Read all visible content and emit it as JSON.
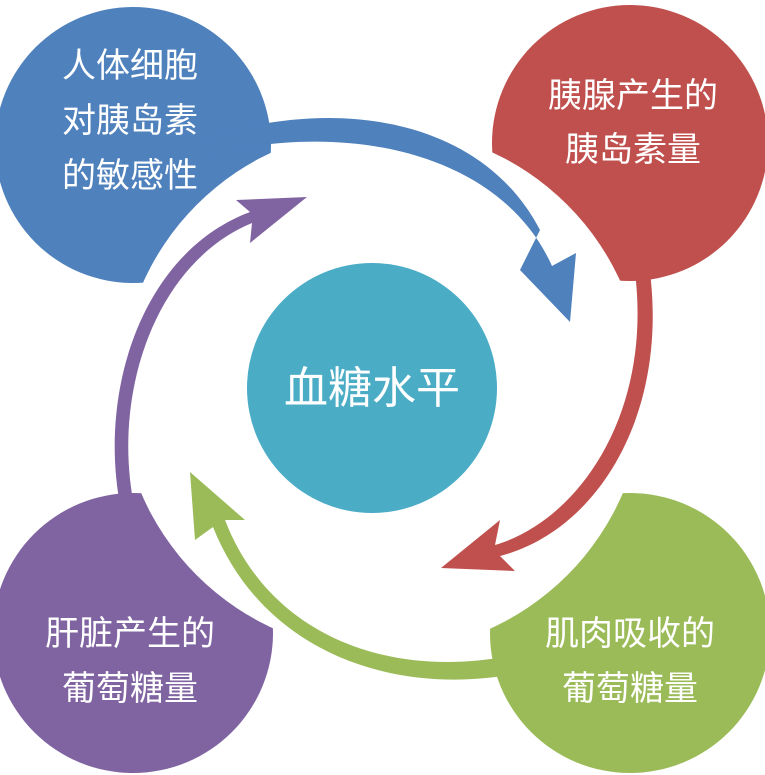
{
  "diagram": {
    "center": {
      "label": "血糖水平",
      "color": "#4bacc6"
    },
    "nodes": [
      {
        "id": "sensitivity",
        "lines": [
          "人体细胞",
          "对胰岛素",
          "的敏感性"
        ],
        "color": "#4f81bd"
      },
      {
        "id": "insulin",
        "lines": [
          "胰腺产生的",
          "胰岛素量"
        ],
        "color": "#c0504d"
      },
      {
        "id": "muscle",
        "lines": [
          "肌肉吸收的",
          "葡萄糖量"
        ],
        "color": "#9bbb59"
      },
      {
        "id": "liver",
        "lines": [
          "肝脏产生的",
          "葡萄糖量"
        ],
        "color": "#8064a2"
      }
    ],
    "arrow_colors": [
      "#4f81bd",
      "#c0504d",
      "#9bbb59",
      "#8064a2"
    ]
  }
}
